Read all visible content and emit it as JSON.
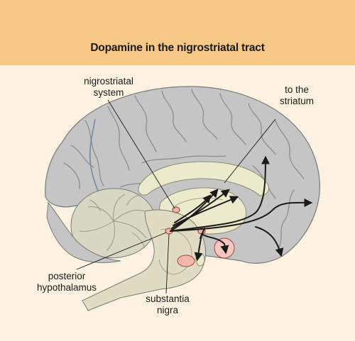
{
  "title": "Dopamine in the nigrostriatal tract",
  "labels": {
    "nigrostriatal_system": [
      "nigrostriatal",
      "system"
    ],
    "to_the_striatum": [
      "to the",
      "striatum"
    ],
    "posterior_hypothalamus": [
      "posterior",
      "hypothalamus"
    ],
    "substantia_nigra": [
      "substantia",
      "nigra"
    ]
  },
  "colors": {
    "header_bg": "#f7c786",
    "page_bg": "#fdf1e1",
    "cortex": "#c5c5c5",
    "sulcus": "#8d8d8d",
    "deep_structures": "#eceacc",
    "cerebellum": "#d7d7c4",
    "brainstem": "#dfdcc1",
    "pathway": "#1a1a1a",
    "nucleus": "#f2b7ab",
    "nucleus_outline": "#a04848"
  },
  "icons": [
    "brain-sagittal-illustration",
    "pathway-arrow"
  ]
}
